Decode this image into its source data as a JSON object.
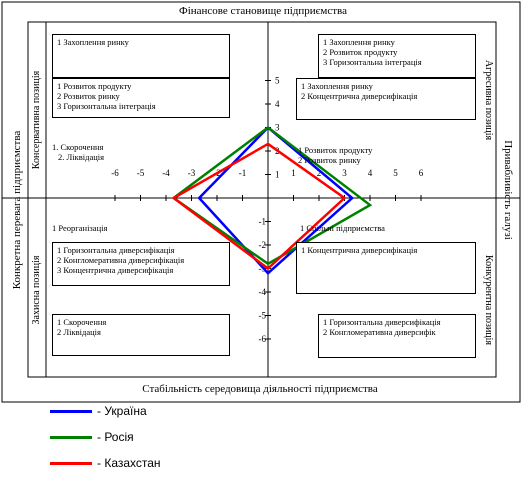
{
  "titles": {
    "top": "Фінансове становище підприємства",
    "bottom": "Стабільність середовища діяльності підприємства",
    "left": "Конкретна перевага підприємства",
    "right": "Привабливість галузі"
  },
  "quadrant_labels": {
    "conservative": "Консервативна позиція",
    "aggressive": "Агресивна позиція",
    "defensive": "Захисна позиція",
    "competitive": "Конкурентна позиція"
  },
  "boxes": {
    "tl_top": [
      "1 Захоплення ринку"
    ],
    "tl_mid": [
      "1 Розвиток продукту",
      "2 Розвиток ринку",
      "3 Горизонтальна інтеграція"
    ],
    "tl_low": [
      "1. Скорочення",
      "2. Ліквідація"
    ],
    "tr_top": [
      "1 Захоплення ринку",
      "2 Розвиток продукту",
      "3 Горизонтальна інтеграція"
    ],
    "tr_mid": [
      "1 Захоплення ринку",
      "2 Концентрична диверсифікація"
    ],
    "tr_low": [
      "1 Розвиток продукту",
      "2 Розвиток ринку"
    ],
    "bl_top": [
      "1 Реорганізація"
    ],
    "bl_mid": [
      "1 Горизонтальна диверсифікація",
      "2 Конгломеративна диверсифікація",
      "3 Концентрична диверсифікація"
    ],
    "bl_low": [
      "1 Скорочення",
      "2 Ліквідація"
    ],
    "br_top": [
      "1 Спільні підприємства"
    ],
    "br_mid": [
      "1 Концентрична диверсифікація"
    ],
    "br_low": [
      "1 Горизонтальна диверсифікація",
      "2 Конгломеративна диверсифік"
    ]
  },
  "axis": {
    "x_ticks": [
      "-6",
      "-5",
      "-4",
      "-3",
      "-2",
      "-1",
      "1",
      "2",
      "3",
      "4",
      "5",
      "6"
    ],
    "y_ticks": [
      "5",
      "4",
      "3",
      "2",
      "1",
      "-1",
      "-2",
      "-3",
      "-4",
      "-5",
      "-6"
    ]
  },
  "chart_data": {
    "type": "diagram",
    "series": [
      {
        "name": "Україна",
        "color": "#0000ff",
        "points": [
          [
            0,
            3
          ],
          [
            3.3,
            0
          ],
          [
            0,
            -3.2
          ],
          [
            -2.7,
            0
          ]
        ]
      },
      {
        "name": "Росія",
        "color": "#008000",
        "points": [
          [
            0,
            3
          ],
          [
            4,
            -0.3
          ],
          [
            0,
            -2.8
          ],
          [
            -3.7,
            0
          ]
        ]
      },
      {
        "name": "Казахстан",
        "color": "#ff0000",
        "points": [
          [
            0,
            2.3
          ],
          [
            3,
            0
          ],
          [
            0,
            -3
          ],
          [
            -3.7,
            0
          ]
        ]
      }
    ]
  },
  "legend": [
    {
      "label": "- Україна",
      "color": "#0000ff"
    },
    {
      "label": "- Росія",
      "color": "#008000"
    },
    {
      "label": "- Казахстан",
      "color": "#ff0000"
    }
  ]
}
